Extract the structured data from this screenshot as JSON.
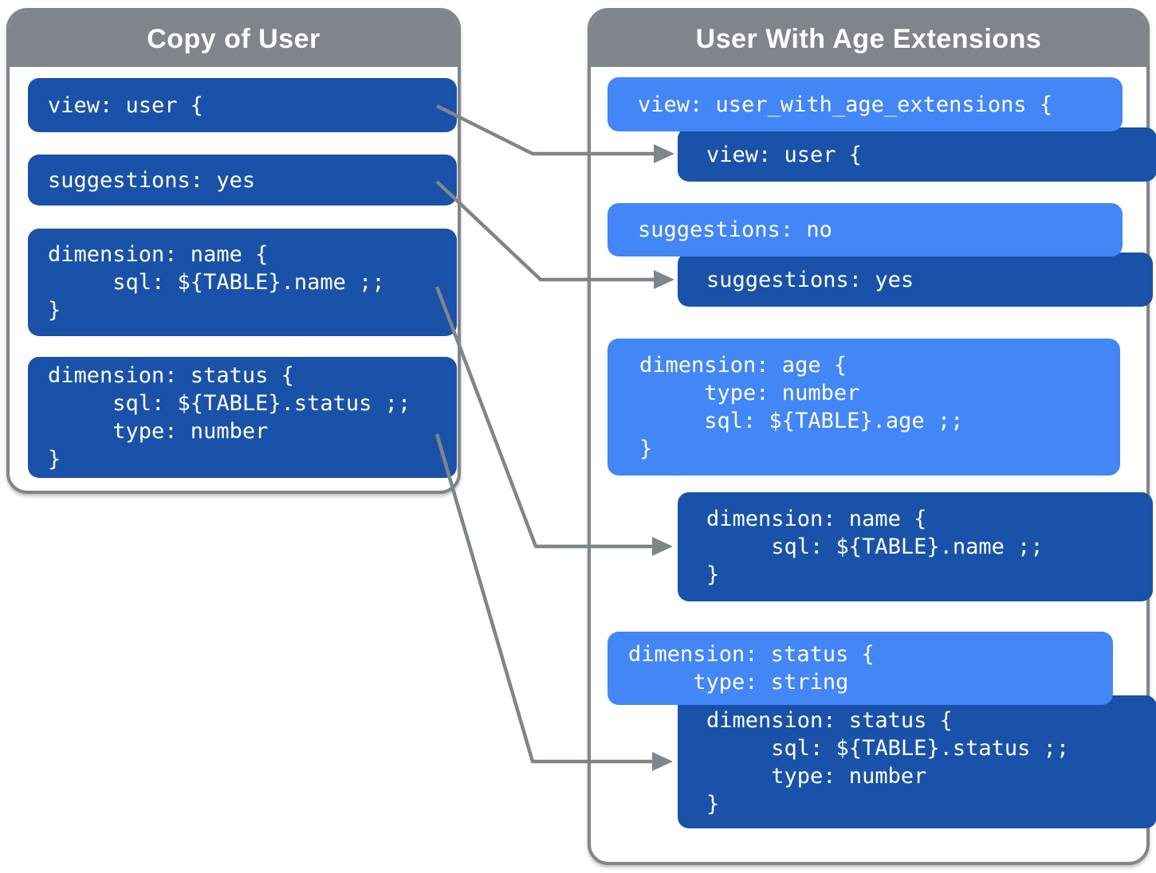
{
  "colors": {
    "dark_blue": "#1952A8",
    "light_blue": "#4386F6",
    "header_gray": "#80858C",
    "arrow_gray": "#80858C",
    "panel_bg": "#FFFFFF",
    "text_white": "#FFFFFF"
  },
  "left_panel": {
    "title": "Copy of User",
    "blocks": [
      {
        "id": "copy-view",
        "variant": "dark",
        "lines": [
          "view: user {"
        ]
      },
      {
        "id": "copy-suggestions",
        "variant": "dark",
        "lines": [
          "suggestions: yes"
        ]
      },
      {
        "id": "copy-dimension-name",
        "variant": "dark",
        "lines": [
          "dimension: name {",
          "     sql: ${TABLE}.name ;;",
          "}"
        ]
      },
      {
        "id": "copy-dimension-status",
        "variant": "dark",
        "lines": [
          "dimension: status {",
          "     sql: ${TABLE}.status ;;",
          "     type: number",
          "}"
        ]
      }
    ]
  },
  "right_panel": {
    "title": "User With Age Extensions",
    "blocks": [
      {
        "id": "extended-view",
        "variant": "light",
        "lines": [
          "view: user_with_age_extensions {"
        ]
      },
      {
        "id": "extended-view-inner",
        "variant": "dark",
        "lines": [
          "view: user {"
        ]
      },
      {
        "id": "extended-suggestions",
        "variant": "light",
        "lines": [
          "suggestions: no"
        ]
      },
      {
        "id": "extended-suggestions-inner",
        "variant": "dark",
        "lines": [
          "suggestions: yes"
        ]
      },
      {
        "id": "extended-dimension-age",
        "variant": "light",
        "lines": [
          "dimension: age {",
          "     type: number",
          "     sql: ${TABLE}.age ;;",
          "}"
        ]
      },
      {
        "id": "extended-dimension-name",
        "variant": "dark",
        "lines": [
          "dimension: name {",
          "     sql: ${TABLE}.name ;;",
          "}"
        ]
      },
      {
        "id": "extended-dimension-status",
        "variant": "light",
        "lines": [
          "dimension: status {",
          "     type: string"
        ]
      },
      {
        "id": "extended-dimension-status-inner",
        "variant": "dark",
        "lines": [
          "dimension: status {",
          "     sql: ${TABLE}.status ;;",
          "     type: number",
          "}"
        ]
      }
    ]
  },
  "connectors": [
    {
      "from": "copy-view",
      "to": "extended-view-inner"
    },
    {
      "from": "copy-suggestions",
      "to": "extended-suggestions-inner"
    },
    {
      "from": "copy-dimension-name",
      "to": "extended-dimension-name"
    },
    {
      "from": "copy-dimension-status",
      "to": "extended-dimension-status-inner"
    }
  ]
}
